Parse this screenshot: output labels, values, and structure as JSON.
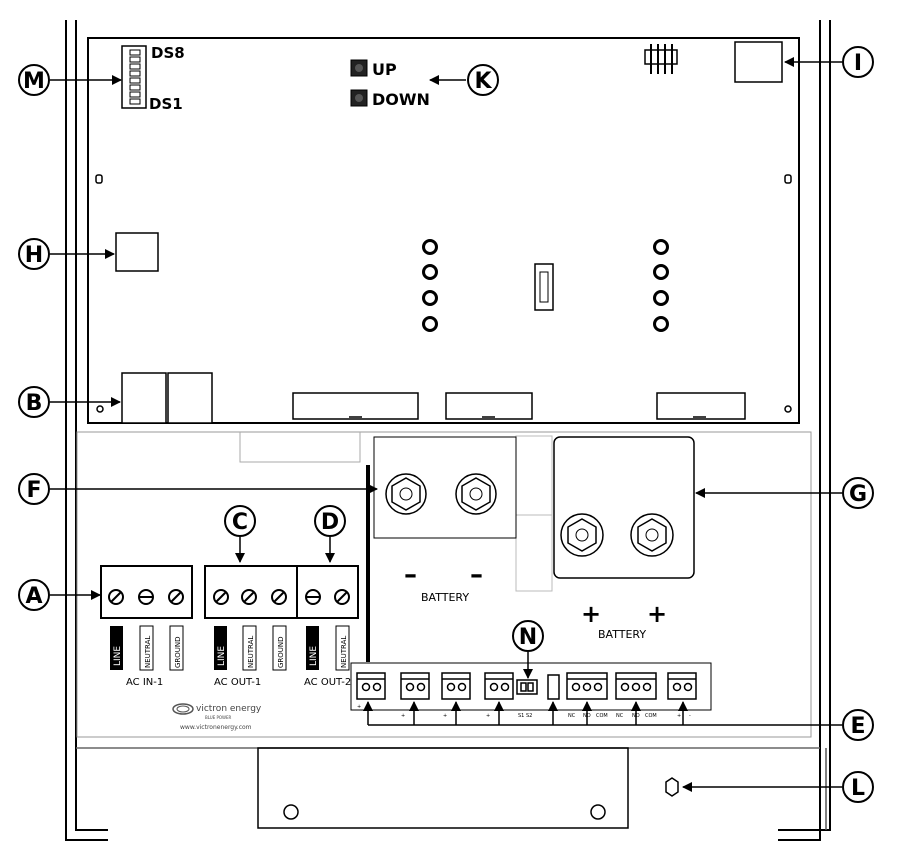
{
  "callouts": {
    "A": "A",
    "B": "B",
    "C": "C",
    "D": "D",
    "E": "E",
    "F": "F",
    "G": "G",
    "H": "H",
    "I": "I",
    "K": "K",
    "L": "L",
    "M": "M",
    "N": "N"
  },
  "board": {
    "ds_top": "DS8",
    "ds_bottom": "DS1",
    "up": "UP",
    "down": "DOWN"
  },
  "power": {
    "battery_neg_label": "BATTERY",
    "battery_pos_label": "BATTERY",
    "minus_sign": "–",
    "plus_sign": "+"
  },
  "ac": {
    "in1": "AC IN-1",
    "out1": "AC OUT-1",
    "out2": "AC OUT-2",
    "line": "LINE",
    "neutral": "NEUTRAL",
    "ground": "GROUND"
  },
  "terminals": {
    "plus": "+",
    "minus": "-",
    "nc": "NC",
    "no": "NO",
    "com": "COM",
    "s1s2": "S1 S2"
  },
  "brand": {
    "name": "victron energy",
    "tagline": "BLUE POWER",
    "url": "www.victronenergy.com"
  }
}
